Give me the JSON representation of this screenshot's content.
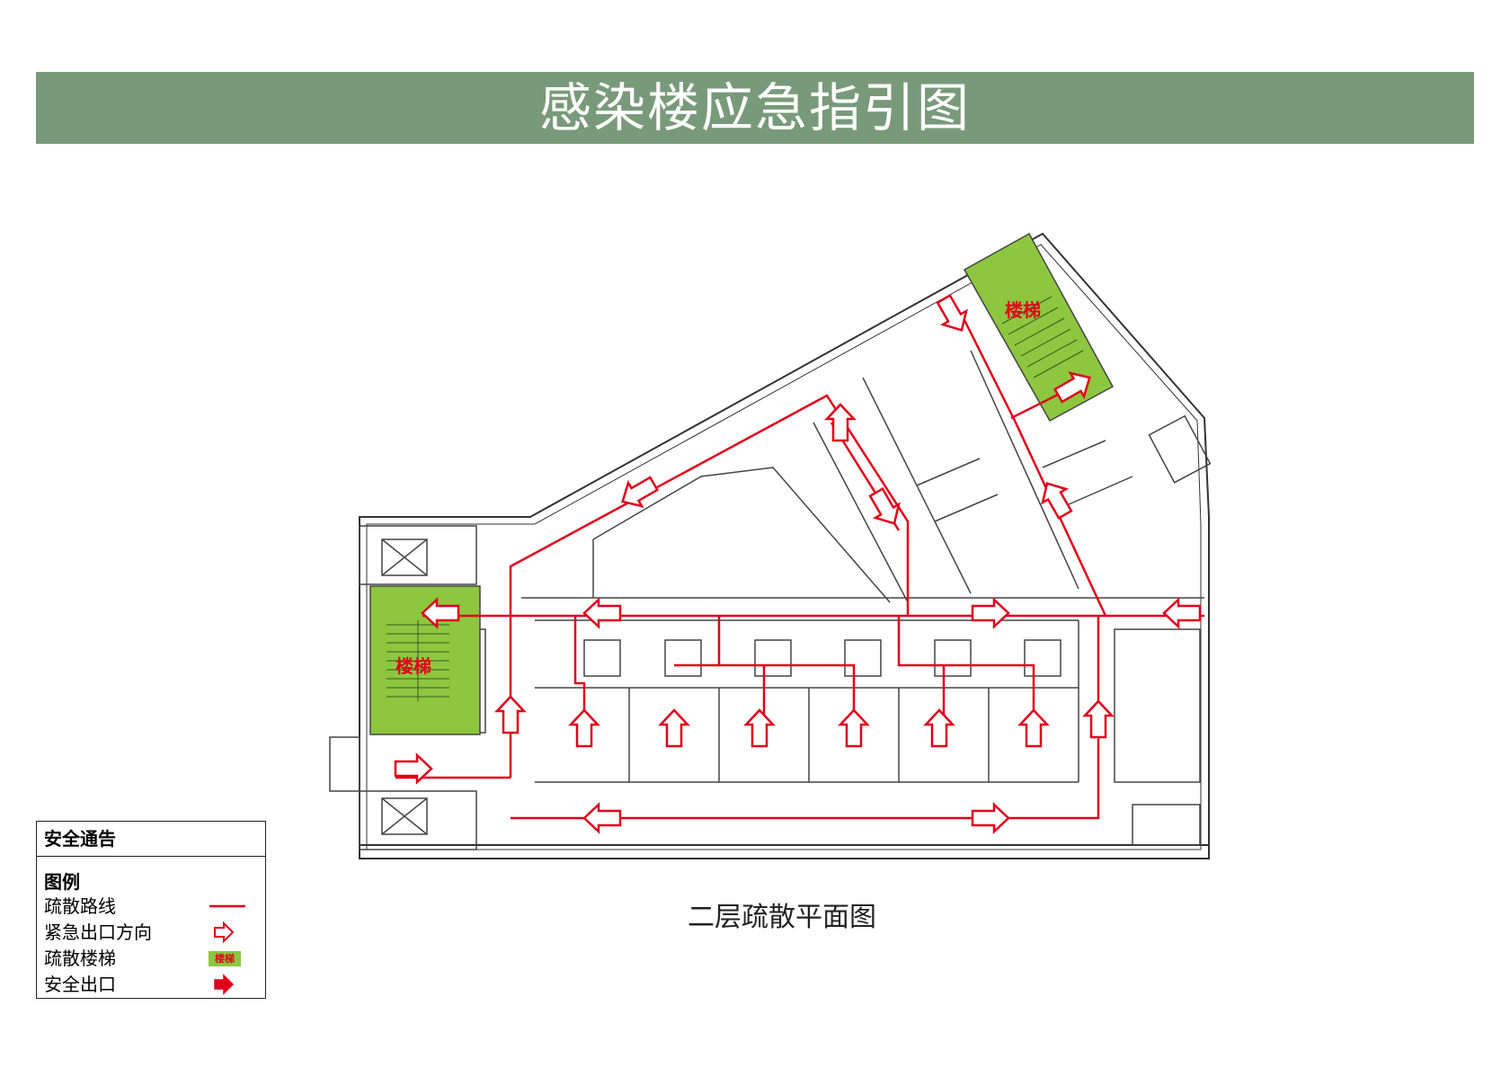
{
  "title": "感染楼应急指引图",
  "plan_caption": "二层疏散平面图",
  "stair_label": "楼梯",
  "legend": {
    "header": "安全通告",
    "title": "图例",
    "items": [
      {
        "label": "疏散路线",
        "symbol": "route-line"
      },
      {
        "label": "紧急出口方向",
        "symbol": "hollow-arrow"
      },
      {
        "label": "疏散楼梯",
        "symbol": "stair-badge",
        "badge_text": "楼梯"
      },
      {
        "label": "安全出口",
        "symbol": "solid-arrow"
      }
    ]
  },
  "colors": {
    "banner": "#789a7a",
    "route": "#e0001b",
    "stair_fill": "#8dc63f",
    "wall": "#333333"
  }
}
